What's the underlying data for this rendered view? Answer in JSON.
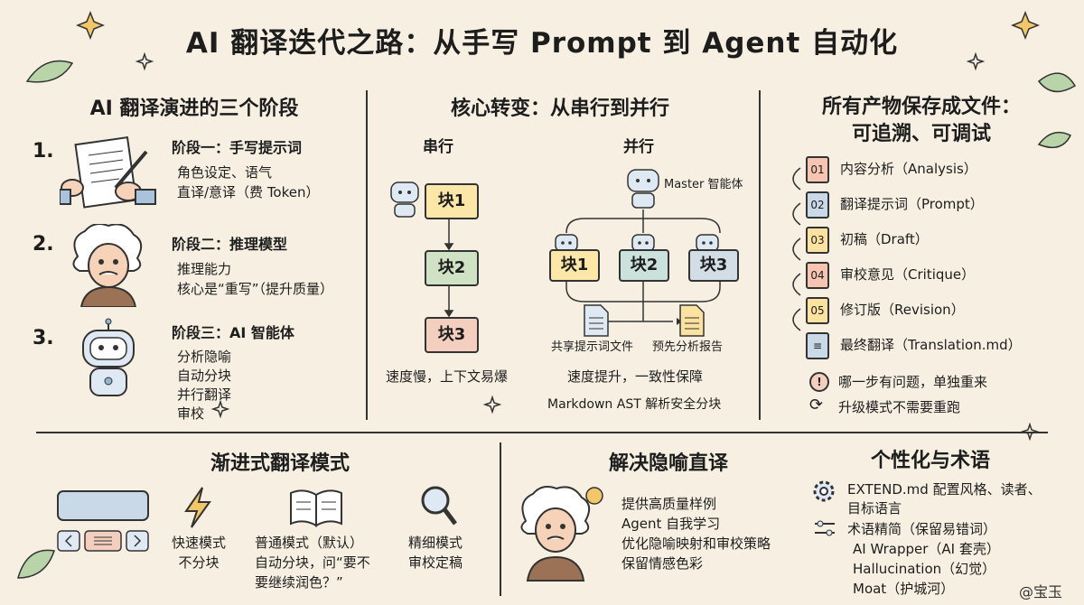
{
  "title": "AI 翻译迭代之路：从手写 Prompt 到 Agent 自动化",
  "left": {
    "heading": "AI 翻译演进的三个阶段",
    "stages": [
      {
        "num": "1.",
        "title": "阶段一：手写提示词",
        "lines": [
          "角色设定、语气",
          "直译/意译（费 Token）"
        ]
      },
      {
        "num": "2.",
        "title": "阶段二：推理模型",
        "lines": [
          "推理能力",
          "核心是“重写”（提升质量）"
        ]
      },
      {
        "num": "3.",
        "title": "阶段三：AI 智能体",
        "lines": [
          "分析隐喻",
          "自动分块",
          "并行翻译",
          "审校"
        ]
      }
    ]
  },
  "middle": {
    "heading": "核心转变：从串行到并行",
    "serial_label": "串行",
    "parallel_label": "并行",
    "serial_blocks": [
      "块1",
      "块2",
      "块3"
    ],
    "parallel_blocks": [
      "块1",
      "块2",
      "块3"
    ],
    "master_label": "Master 智能体",
    "shared_file": "共享提示词文件",
    "pre_report": "预先分析报告",
    "serial_note": "速度慢，上下文易爆",
    "parallel_note": "速度提升，一致性保障",
    "ast_note": "Markdown AST 解析安全分块"
  },
  "right": {
    "heading_line1": "所有产物保存成文件：",
    "heading_line2": "可追溯、可调试",
    "files": [
      {
        "num": "01",
        "label": "内容分析（Analysis）"
      },
      {
        "num": "02",
        "label": "翻译提示词（Prompt）"
      },
      {
        "num": "03",
        "label": "初稿（Draft）"
      },
      {
        "num": "04",
        "label": "审校意见（Critique）"
      },
      {
        "num": "05",
        "label": "修订版（Revision）"
      },
      {
        "num": "",
        "label": "最终翻译（Translation.md）"
      }
    ],
    "note1": "哪一步有问题，单独重来",
    "note2": "升级模式不需要重跑"
  },
  "bottom_left": {
    "heading": "渐进式翻译模式",
    "modes": [
      {
        "title": "快速模式",
        "lines": [
          "不分块"
        ]
      },
      {
        "title": "普通模式（默认）",
        "lines": [
          "自动分块，问“要不",
          "要继续润色？”"
        ]
      },
      {
        "title": "精细模式",
        "lines": [
          "审校定稿"
        ]
      }
    ]
  },
  "bottom_mid": {
    "heading": "解决隐喻直译",
    "items": [
      "提供高质量样例",
      "Agent 自我学习",
      "优化隐喻映射和审校策略",
      "保留情感色彩"
    ]
  },
  "bottom_right": {
    "heading": "个性化与术语",
    "extend_line1": "EXTEND.md 配置风格、读者、",
    "extend_line2": "目标语言",
    "terms_title": "术语精简（保留易错词）",
    "terms": [
      "AI Wrapper（AI 套壳）",
      "Hallucination（幻觉）",
      "Moat（护城河）"
    ]
  },
  "watermark": "@宝玉",
  "colors": {
    "background": "#f7f0e2",
    "ink": "#1d1d1d",
    "red": "#f4cfc0",
    "yellow": "#fde7a8",
    "green": "#cfe2c4",
    "teal": "#cbe1db",
    "blue": "#c9d9e8"
  }
}
